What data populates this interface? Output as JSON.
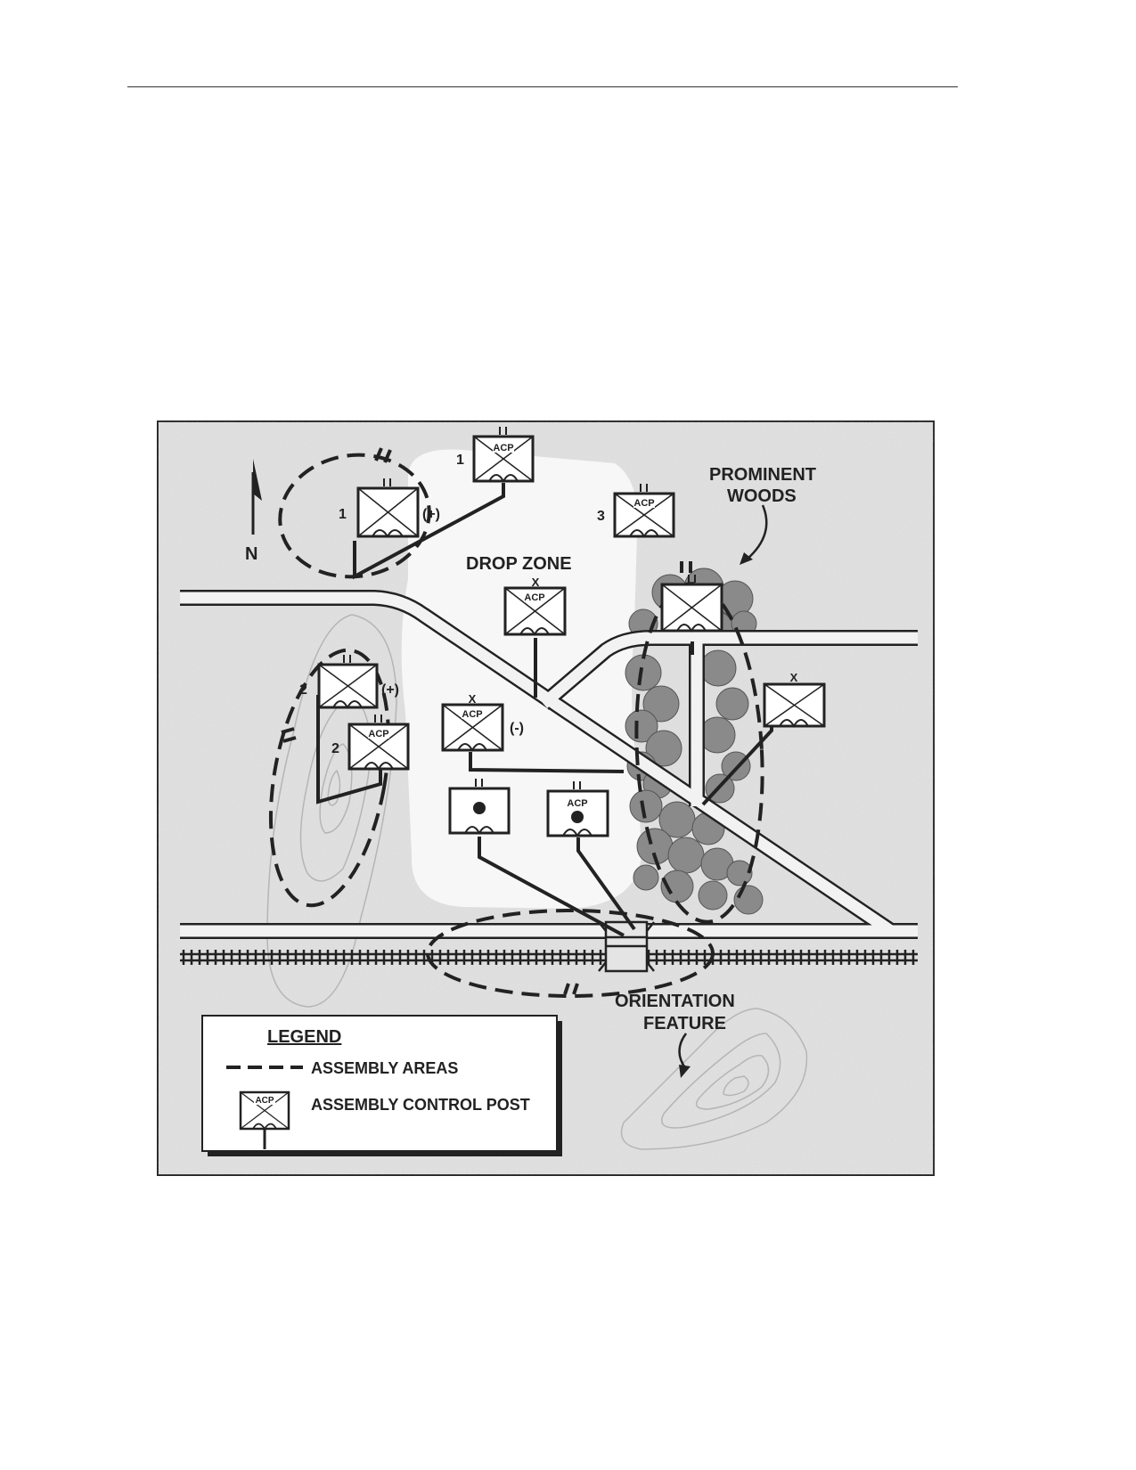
{
  "map": {
    "north_label": "N",
    "drop_zone_label": "DROP ZONE",
    "woods_label": [
      "PROMINENT",
      "WOODS"
    ],
    "orientation_label": [
      "ORIENTATION",
      "FEATURE"
    ],
    "acp_text": "ACP",
    "echelon_battalion": "II",
    "echelon_brigade": "X",
    "strength_reinforced": "(+)",
    "strength_reduced": "(-)",
    "unit_numbers": {
      "u1_top": "1",
      "u1_acp": "1",
      "u3_acp": "3",
      "u2_top": "2",
      "u2_bot": "2"
    }
  },
  "legend": {
    "title": "LEGEND",
    "assembly_areas": "ASSEMBLY AREAS",
    "assembly_control_post": "ASSEMBLY CONTROL POST",
    "symbol_text": "ACP"
  },
  "colors": {
    "map_background": "#e4e4e4",
    "drop_zone": "#f7f7f7",
    "woods": "#8a8a8a",
    "contour": "#b5b5b5",
    "ink": "#222222"
  }
}
